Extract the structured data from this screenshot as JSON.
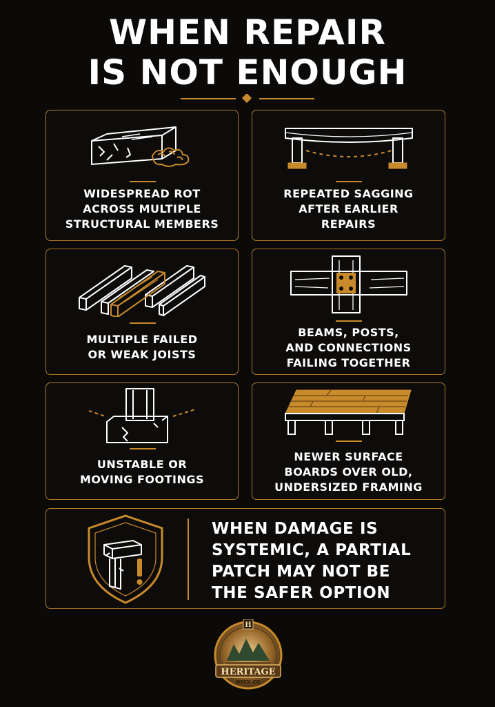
{
  "title": {
    "line1": "WHEN REPAIR",
    "line2": "IS NOT ENOUGH"
  },
  "cards": [
    {
      "label": "WIDESPREAD ROT\nACROSS MULTIPLE\nSTRUCTURAL MEMBERS",
      "icon": "rotting-beam-icon"
    },
    {
      "label": "REPEATED SAGGING\nAFTER EARLIER\nREPAIRS",
      "icon": "sagging-beam-icon"
    },
    {
      "label": "MULTIPLE FAILED\nOR WEAK JOISTS",
      "icon": "joists-icon"
    },
    {
      "label": "BEAMS, POSTS,\nAND CONNECTIONS\nFAILING TOGETHER",
      "icon": "post-beam-connection-icon"
    },
    {
      "label": "UNSTABLE OR\nMOVING FOOTINGS",
      "icon": "cracked-footing-icon"
    },
    {
      "label": "NEWER SURFACE\nBOARDS OVER OLD,\nUNDERSIZED FRAMING",
      "icon": "deck-boards-framing-icon"
    }
  ],
  "callout": {
    "message": "WHEN DAMAGE IS\nSYSTEMIC, A PARTIAL\nPATCH MAY NOT BE\nTHE SAFER OPTION",
    "icon": "shield-warning-icon"
  },
  "logo": {
    "name": "HERITAGE",
    "sub": "DECK CO",
    "monogram": "H"
  },
  "colors": {
    "background": "#0b0a09",
    "accent": "#c98a2c",
    "border": "#b07a2a",
    "text": "#ffffff"
  }
}
